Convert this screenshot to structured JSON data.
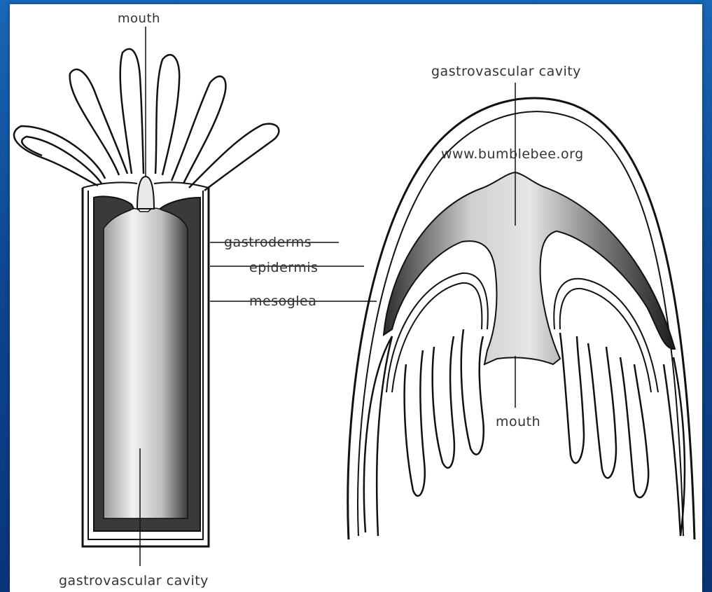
{
  "diagram": {
    "polyp": {
      "mouth_label": "mouth",
      "gastroderm_label": "gastroderms",
      "epidermis_label": "epidermis",
      "mesoglea_label": "mesoglea",
      "cavity_label": "gastrovascular cavity"
    },
    "medusa": {
      "cavity_label": "gastrovascular cavity",
      "watermark": "www.bumblebee.org",
      "mouth_label": "mouth"
    }
  },
  "colors": {
    "frame": "#0e4791",
    "panel": "#ffffff",
    "line": "#111111",
    "gastroderm_dark": "#2a2a2a",
    "cavity_light": "#d8d8d8"
  }
}
